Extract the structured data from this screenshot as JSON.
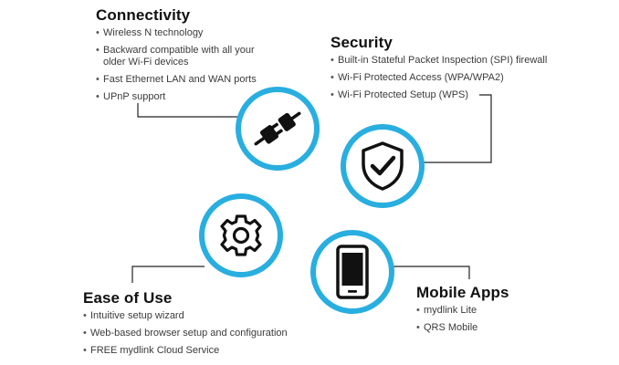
{
  "accent_color": "#29aee0",
  "sections": {
    "connectivity": {
      "title": "Connectivity",
      "icon": "plug-connector-icon",
      "items": [
        "Wireless N technology",
        "Backward compatible with all your older Wi-Fi devices",
        "Fast Ethernet LAN and WAN ports",
        "UPnP support"
      ]
    },
    "security": {
      "title": "Security",
      "icon": "shield-check-icon",
      "items": [
        "Built-in Stateful Packet Inspection (SPI) firewall",
        "Wi-Fi Protected Access (WPA/WPA2)",
        "Wi-Fi Protected Setup (WPS)"
      ]
    },
    "ease_of_use": {
      "title": "Ease of Use",
      "icon": "gear-icon",
      "items": [
        "Intuitive setup wizard",
        "Web-based browser setup and configuration",
        "FREE mydlink Cloud Service"
      ]
    },
    "mobile_apps": {
      "title": "Mobile Apps",
      "icon": "smartphone-icon",
      "items": [
        "mydlink Lite",
        "QRS Mobile"
      ]
    }
  }
}
